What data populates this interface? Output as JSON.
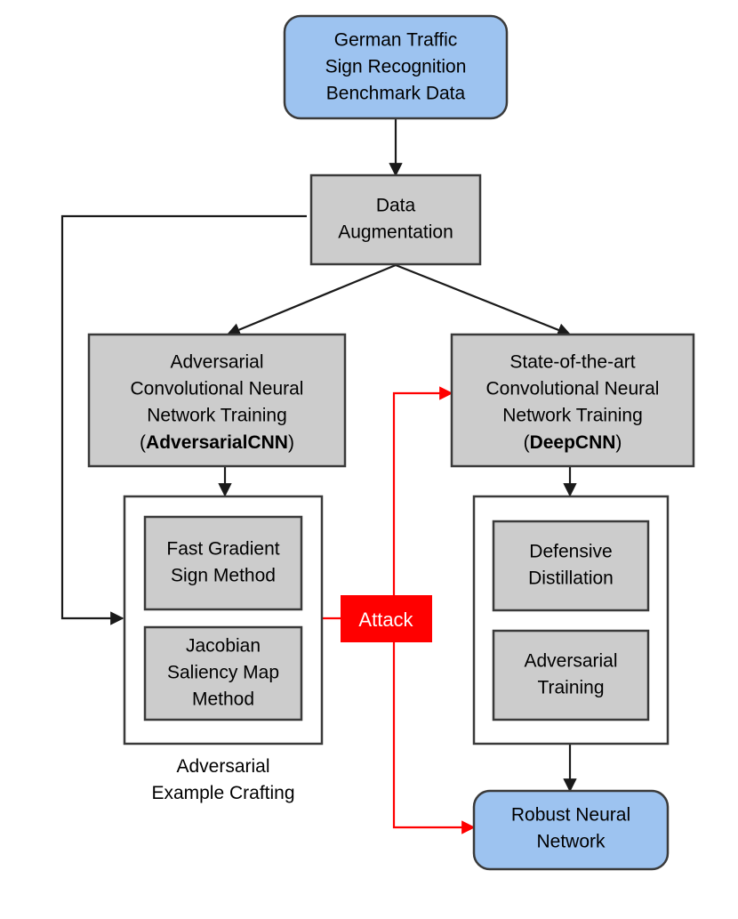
{
  "diagram": {
    "title_text_present": false,
    "nodes": {
      "dataset": {
        "label_lines": [
          "German Traffic",
          "Sign Recognition",
          "Benchmark Data"
        ],
        "shape": "rounded-rect",
        "fill": "#9DC3F0"
      },
      "augmentation": {
        "label_lines": [
          "Data",
          "Augmentation"
        ],
        "shape": "rect",
        "fill": "#CCCCCC"
      },
      "adv_cnn": {
        "label_lines": [
          "Adversarial",
          "Convolutional Neural",
          "Network Training"
        ],
        "label_paren_open": "(",
        "label_bold": "AdversarialCNN",
        "label_paren_close": ")",
        "shape": "rect",
        "fill": "#CCCCCC"
      },
      "deep_cnn": {
        "label_lines": [
          "State-of-the-art",
          "Convolutional Neural",
          "Network Training"
        ],
        "label_paren_open": "(",
        "label_bold": "DeepCNN",
        "label_paren_close": ")",
        "shape": "rect",
        "fill": "#CCCCCC"
      },
      "crafting_container": {
        "caption_lines": [
          "Adversarial",
          "Example Crafting"
        ],
        "shape": "rect",
        "fill": "#FFFFFF"
      },
      "fgsm": {
        "label_lines": [
          "Fast Gradient",
          "Sign Method"
        ],
        "shape": "rect",
        "fill": "#CCCCCC"
      },
      "jsma": {
        "label_lines": [
          "Jacobian",
          "Saliency Map",
          "Method"
        ],
        "shape": "rect",
        "fill": "#CCCCCC"
      },
      "defense_container": {
        "shape": "rect",
        "fill": "#FFFFFF"
      },
      "defensive_distillation": {
        "label_lines": [
          "Defensive",
          "Distillation"
        ],
        "shape": "rect",
        "fill": "#CCCCCC"
      },
      "adversarial_training": {
        "label_lines": [
          "Adversarial",
          "Training"
        ],
        "shape": "rect",
        "fill": "#CCCCCC"
      },
      "attack": {
        "label_lines": [
          "Attack"
        ],
        "shape": "rect",
        "fill": "#FF0000",
        "text_color": "#FFFFFF"
      },
      "robust_nn": {
        "label_lines": [
          "Robust Neural",
          "Network"
        ],
        "shape": "rounded-rect",
        "fill": "#9DC3F0"
      }
    },
    "edges": [
      {
        "from": "dataset",
        "to": "augmentation",
        "color": "#1A1A1A",
        "arrow": true
      },
      {
        "from": "augmentation",
        "to": "adv_cnn",
        "color": "#1A1A1A",
        "arrow": true
      },
      {
        "from": "augmentation",
        "to": "deep_cnn",
        "color": "#1A1A1A",
        "arrow": true
      },
      {
        "from": "adv_cnn",
        "to": "crafting_container",
        "color": "#1A1A1A",
        "arrow": true
      },
      {
        "from": "crafting_container",
        "to": "augmentation",
        "color": "#1A1A1A",
        "arrow": true,
        "style": "feedback-loop"
      },
      {
        "from": "deep_cnn",
        "to": "defense_container",
        "color": "#1A1A1A",
        "arrow": true
      },
      {
        "from": "defense_container",
        "to": "robust_nn",
        "color": "#1A1A1A",
        "arrow": true
      },
      {
        "from": "crafting_container",
        "to": "attack",
        "color": "#FF0000",
        "arrow": false
      },
      {
        "from": "attack",
        "to": "deep_cnn",
        "color": "#FF0000",
        "arrow": true
      },
      {
        "from": "attack",
        "to": "robust_nn",
        "color": "#FF0000",
        "arrow": true
      }
    ],
    "colors": {
      "blue_fill": "#9DC3F0",
      "gray_fill": "#CCCCCC",
      "white_fill": "#FFFFFF",
      "red": "#FF0000",
      "stroke": "#3A3A3A",
      "text": "#000000"
    }
  }
}
